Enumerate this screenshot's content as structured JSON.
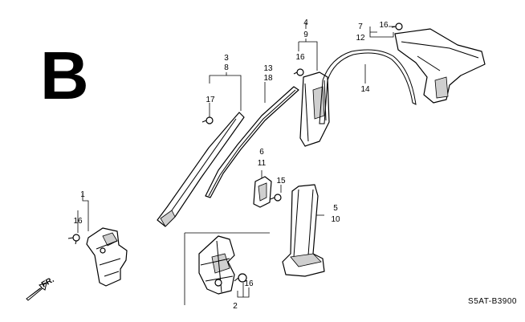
{
  "section_letter": "B",
  "reference_code": "S5AT-B3900",
  "front_indicator": "FR.",
  "callouts": {
    "c1": "1",
    "c16a": "16",
    "c2": "2",
    "c16b": "16",
    "c3": "3",
    "c8": "8",
    "c17": "17",
    "c13": "13",
    "c18": "18",
    "c4": "4",
    "c9": "9",
    "c16c": "16",
    "c7": "7",
    "c12": "12",
    "c16d": "16",
    "c14": "14",
    "c6": "6",
    "c11": "11",
    "c15": "15",
    "c5": "5",
    "c10": "10"
  }
}
